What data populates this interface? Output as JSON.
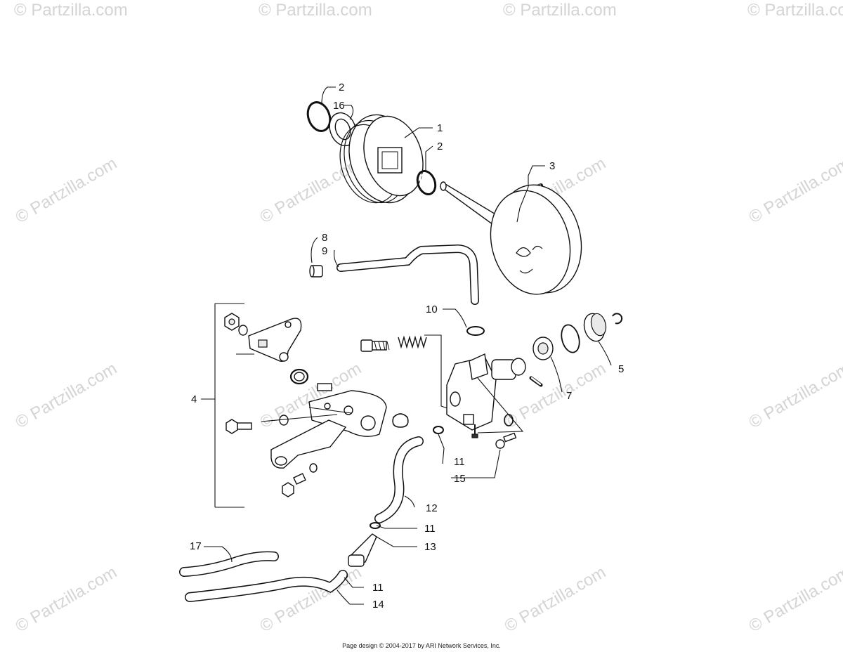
{
  "watermark": "© Partzilla.com",
  "callouts": {
    "c1": "1",
    "c2a": "2",
    "c2b": "2",
    "c3": "3",
    "c4": "4",
    "c5": "5",
    "c7": "7",
    "c8": "8",
    "c9": "9",
    "c10": "10",
    "c11a": "11",
    "c11b": "11",
    "c11c": "11",
    "c12": "12",
    "c13": "13",
    "c14": "14",
    "c15": "15",
    "c16": "16",
    "c17": "17"
  },
  "footer": "Page design © 2004-2017 by ARI Network Services, Inc."
}
